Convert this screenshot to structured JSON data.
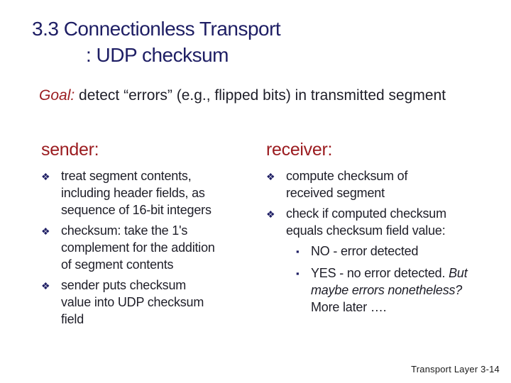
{
  "slide": {
    "title": {
      "line1": "3.3 Connectionless Transport",
      "line2": ": UDP checksum"
    },
    "goal": {
      "label": "Goal:",
      "text": " detect “errors” (e.g., flipped bits) in transmitted segment"
    },
    "sender": {
      "heading": "sender:",
      "bullet_glyph": "❖",
      "bullets": [
        "treat segment contents, including header fields, as sequence of 16-bit integers",
        "checksum: take the 1's complement for the addition of segment contents",
        "sender puts checksum value into UDP checksum field"
      ]
    },
    "receiver": {
      "heading": "receiver:",
      "bullet_glyph": "❖",
      "sub_bullet_glyph": "▪",
      "bullets": [
        "compute checksum of received segment",
        "check if computed checksum equals checksum field value:"
      ],
      "sub_bullet_1": "NO - error detected",
      "sub_bullet_2": {
        "plain": "YES - no error detected. ",
        "italic": "But maybe errors nonetheless?",
        "tail": " More later …."
      }
    },
    "footer": {
      "text": "Transport Layer 3-14"
    },
    "colors": {
      "title_navy": "#1e1e64",
      "heading_red": "#9b1c20",
      "body_text": "#1e1e28",
      "background": "#ffffff"
    }
  }
}
